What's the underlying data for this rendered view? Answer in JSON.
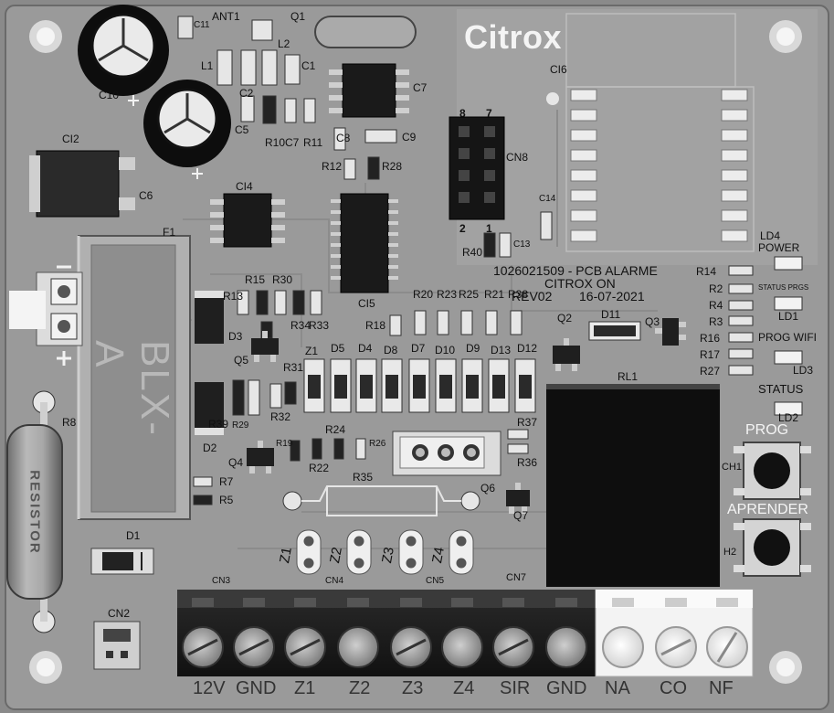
{
  "logo": "Citrox",
  "board": {
    "line1": "1026021509 - PCB ALARME",
    "line2": "CITROX ON",
    "line3": "REV02",
    "line4": "16-07-2021"
  },
  "relay_module": "BLX-A",
  "resistor_text": "RESISTOR",
  "status_leds": {
    "ld4": "LD4",
    "power": "POWER",
    "status_prgs": "STATUS PRGS",
    "ld1": "LD1",
    "prog_wifi": "PROG WIFI",
    "ld3": "LD3",
    "status": "STATUS",
    "ld2": "LD2"
  },
  "buttons": {
    "prog": "PROG",
    "aprender": "APRENDER",
    "ch1": "CH1",
    "ch2": "H2"
  },
  "terminals": [
    "12V",
    "GND",
    "Z1",
    "Z2",
    "Z3",
    "Z4",
    "SIR",
    "GND",
    "NA",
    "CO",
    "NF"
  ],
  "connectors": [
    "CN2",
    "CN3",
    "CN4",
    "CN5",
    "CN7"
  ],
  "zones": [
    "Z1",
    "Z2",
    "Z3",
    "Z4"
  ],
  "components": {
    "ANT1": "ANT1",
    "Q1": "Q1",
    "C11": "C11",
    "L1": "L1",
    "L2": "L2",
    "C1": "C1",
    "C10": "C10",
    "C2": "C2",
    "C7a": "C7",
    "C5": "C5",
    "R10": "R10",
    "C7b": "C7",
    "R11": "R11",
    "C8": "C8",
    "C9": "C9",
    "CI2": "CI2",
    "C6": "C6",
    "CI4": "CI4",
    "R12": "R12",
    "R28a": "R28",
    "CN8": "CN8",
    "C14": "C14",
    "R40": "R40",
    "C13": "C13",
    "CI6": "CI6",
    "CI5": "CI5",
    "F1": "F1",
    "R15": "R15",
    "R30": "R30",
    "R13": "R13",
    "R34": "R34",
    "R33": "R33",
    "D3": "D3",
    "Q5": "Q5",
    "R31": "R31",
    "Z1": "Z1",
    "D5": "D5",
    "D4": "D4",
    "D8": "D8",
    "D7": "D7",
    "D10": "D10",
    "D9": "D9",
    "D13": "D13",
    "D12": "D12",
    "R18": "R18",
    "R20": "R20",
    "R23": "R23",
    "R25": "R25",
    "R21": "R21",
    "R38": "R38",
    "Q2": "Q2",
    "D11": "D11",
    "Q3": "Q3",
    "RL1": "RL1",
    "R14": "R14",
    "R2": "R2",
    "R4": "R4",
    "R3": "R3",
    "R16": "R16",
    "R17": "R17",
    "R27": "R27",
    "R39": "R39",
    "R29": "R29",
    "R32": "R32",
    "R24": "R24",
    "D2": "D2",
    "R19": "R19",
    "R22": "R22",
    "R26": "R26",
    "R37": "R37",
    "R36": "R36",
    "R35": "R35",
    "Q4": "Q4",
    "Q6": "Q6",
    "Q7": "Q7",
    "R7": "R7",
    "R5": "R5",
    "R8": "R8",
    "D1": "D1",
    "hdr8": "8",
    "hdr7": "7",
    "hdr2": "2",
    "hdr1": "1"
  }
}
